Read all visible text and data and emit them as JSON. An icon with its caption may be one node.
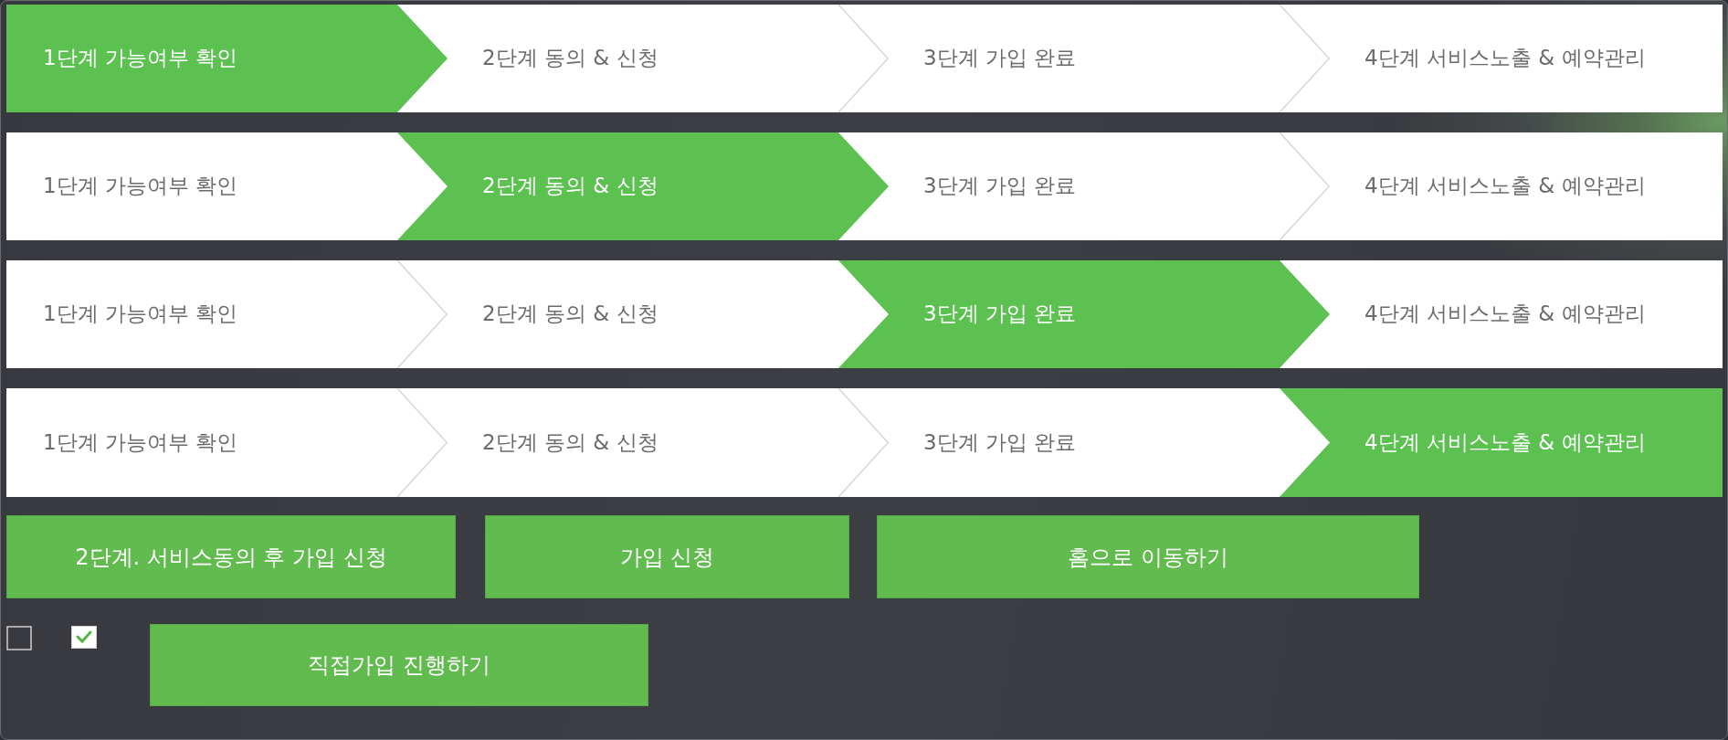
{
  "diagram": {
    "nodes": [
      {
        "text": [],
        "shape": "bar"
      },
      {
        "text": [
          "1단계 가능여부 확인"
        ],
        "in": 0
      },
      {
        "text": [
          "2단계 동의 & 신청"
        ],
        "in": 0
      },
      {
        "text": [
          "3단계 가입 완료"
        ],
        "in": 0
      },
      {
        "text": [
          "4단계 서비스노출 & 예약관리"
        ],
        "in": 0
      },
      {
        "text": [],
        "shape": "bar"
      },
      {
        "text": [
          "1단계 가능여부 확인"
        ],
        "in": 5
      },
      {
        "text": [
          "2단계 동의 & 신청"
        ],
        "in": 5
      },
      {
        "text": [
          "3단계 가입 완료"
        ],
        "in": 5
      },
      {
        "text": [
          "4단계 서비스노출 & 예약관리"
        ],
        "in": 5
      },
      {
        "text": [],
        "shape": "bar"
      },
      {
        "text": [
          "1단계 가능여부 확인"
        ],
        "in": 10
      },
      {
        "text": [
          "2단계 동의 & 신청"
        ],
        "in": 10
      },
      {
        "text": [
          "3단계 가입 완료"
        ],
        "in": 10
      },
      {
        "text": [
          "4단계 서비스노출 & 예약관리"
        ],
        "in": 10
      },
      {
        "text": [],
        "shape": "bar"
      },
      {
        "text": [
          "1단계 가능여부 확인"
        ],
        "in": 15
      },
      {
        "text": [
          "2단계 동의 & 신청"
        ],
        "in": 15
      },
      {
        "text": [
          "3단계 가입 완료"
        ],
        "in": 15
      },
      {
        "text": [
          "4단계 서비스노출 & 예약관리"
        ],
        "in": 15
      },
      {
        "text": [
          "2단계. 서비스동의 후 가입 신청"
        ]
      },
      {
        "text": [
          "가입 신청"
        ]
      },
      {
        "text": [
          "홈으로 이동하기"
        ]
      },
      {
        "text": [
          "직접가입 진행하기"
        ]
      }
    ]
  }
}
